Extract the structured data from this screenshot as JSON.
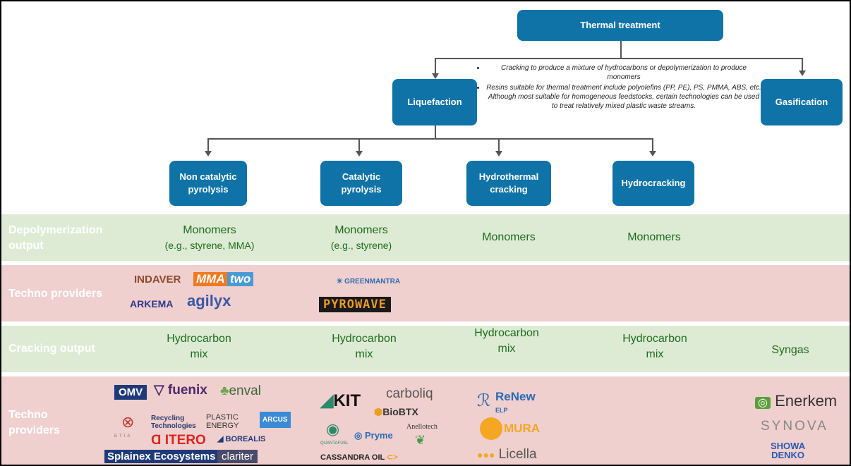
{
  "boxes": {
    "thermal": "Thermal treatment",
    "liquefaction": "Liquefaction",
    "gasification": "Gasification",
    "noncat_1": "Non catalytic",
    "noncat_2": "pyrolysis",
    "cat_1": "Catalytic",
    "cat_2": "pyrolysis",
    "hydrothermal_1": "Hydrothermal",
    "hydrothermal_2": "cracking",
    "hydrocracking": "Hydrocracking"
  },
  "notes": [
    "Cracking to produce a mixture of hydrocarbons or depolymerization to produce monomers",
    "Resins suitable for thermal treatment include polyolefins (PP, PE), PS, PMMA, ABS, etc. Although most suitable for homogeneous feedstocks, certain technologies can be used to treat relatively mixed plastic waste streams."
  ],
  "rows": {
    "depoly_label_1": "Depolymerization",
    "depoly_label_2": "output",
    "techno1_label": "Techno providers",
    "cracking_label": "Cracking output",
    "techno2_label_1": "Techno",
    "techno2_label_2": "providers"
  },
  "depoly": {
    "c1_1": "Monomers",
    "c1_2": "(e.g., styrene, MMA)",
    "c2_1": "Monomers",
    "c2_2": "(e.g., styrene)",
    "c3": "Monomers",
    "c4": "Monomers"
  },
  "cracking": {
    "c1_1": "Hydrocarbon",
    "c1_2": "mix",
    "c2_1": "Hydrocarbon",
    "c2_2": "mix",
    "c3_1": "Hydrocarbon",
    "c3_2": "mix",
    "c4_1": "Hydrocarbon",
    "c4_2": "mix",
    "c5": "Syngas"
  },
  "logos1": {
    "indaver": "INDAVER",
    "mma": "MMA",
    "two": "two",
    "arkema": "ARKEMA",
    "agilyx": "agilyx",
    "greenmantra": "GREENMANTRA",
    "pyrowave": "PYROWAVE"
  },
  "logos2": {
    "omv": "OMV",
    "fuenix": "fuenix",
    "enval": "enval",
    "recycling": "Recycling Technologies",
    "plastic": "PLASTIC ENERGY",
    "arcus": "ARCUS",
    "etia": "ETIA",
    "itero": "ITERO",
    "borealis": "BOREALIS",
    "splainex": "Splainex Ecosystems",
    "clariter": "clariter",
    "kit": "KIT",
    "carboliq": "carboliq",
    "biobtx": "BioBTX",
    "quantafuel": "QUANTAFUEL",
    "pryme": "Pryme",
    "anellotech": "Anellotech",
    "cassandra": "CASSANDRA OIL",
    "renew": "ReNew",
    "elp": "ELP",
    "mura": "MURA",
    "licella": "Licella",
    "enerkem": "Enerkem",
    "synova": "SYNOVA",
    "showa1": "SHOWA",
    "showa2": "DENKO"
  }
}
